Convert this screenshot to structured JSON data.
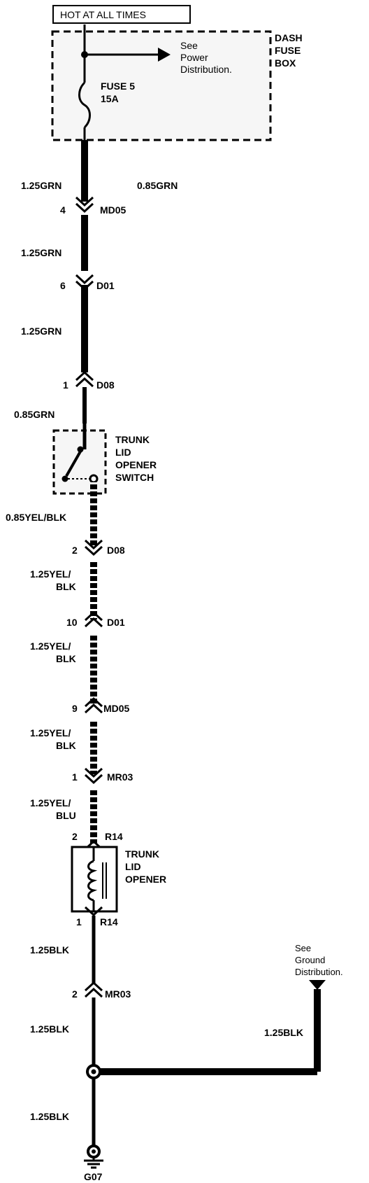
{
  "header": {
    "hot_label": "HOT AT ALL TIMES"
  },
  "fuse_box": {
    "name_line1": "DASH",
    "name_line2": "FUSE",
    "name_line3": "BOX",
    "fuse_line1": "FUSE 5",
    "fuse_line2": "15A",
    "see_line1": "See",
    "see_line2": "Power",
    "see_line3": "Distribution."
  },
  "wires": {
    "w1": "1.25GRN",
    "w1_alt": "0.85GRN",
    "w2": "1.25GRN",
    "w3": "1.25GRN",
    "w4": "0.85GRN",
    "w5": "0.85YEL/BLK",
    "w6_line1": "1.25YEL/",
    "w6_line2": "BLK",
    "w7_line1": "1.25YEL/",
    "w7_line2": "BLK",
    "w8_line1": "1.25YEL/",
    "w8_line2": "BLK",
    "w9_line1": "1.25YEL/",
    "w9_line2": "BLU",
    "w10": "1.25BLK",
    "w11": "1.25BLK",
    "w12": "1.25BLK",
    "w13": "1.25BLK"
  },
  "connectors": {
    "c1": {
      "pin": "4",
      "name": "MD05"
    },
    "c2": {
      "pin": "6",
      "name": "D01"
    },
    "c3": {
      "pin": "1",
      "name": "D08"
    },
    "c4": {
      "pin": "2",
      "name": "D08"
    },
    "c5": {
      "pin": "10",
      "name": "D01"
    },
    "c6": {
      "pin": "9",
      "name": "MD05"
    },
    "c7": {
      "pin": "1",
      "name": "MR03"
    },
    "c8": {
      "pin": "2",
      "name": "R14"
    },
    "c9": {
      "pin": "1",
      "name": "R14"
    },
    "c10": {
      "pin": "2",
      "name": "MR03"
    }
  },
  "switch": {
    "line1": "TRUNK",
    "line2": "LID",
    "line3": "OPENER",
    "line4": "SWITCH"
  },
  "opener": {
    "line1": "TRUNK",
    "line2": "LID",
    "line3": "OPENER"
  },
  "ground": {
    "see_line1": "See",
    "see_line2": "Ground",
    "see_line3": "Distribution.",
    "ground_name": "G07"
  }
}
